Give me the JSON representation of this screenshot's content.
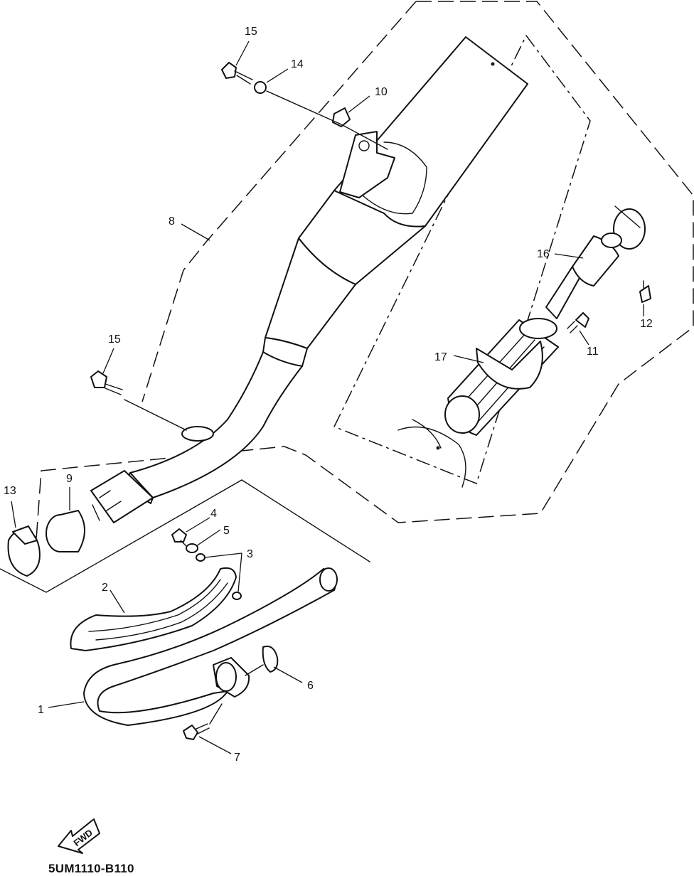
{
  "callouts": {
    "c1": "1",
    "c2": "2",
    "c3": "3",
    "c4": "4",
    "c5": "5",
    "c6": "6",
    "c7": "7",
    "c8": "8",
    "c9": "9",
    "c10": "10",
    "c11": "11",
    "c12": "12",
    "c13": "13",
    "c14": "14",
    "c15_top": "15",
    "c15_mid": "15",
    "c16": "16",
    "c17": "17"
  },
  "fwd_label": "FWD",
  "drawing_code": "5UM1110-B110"
}
